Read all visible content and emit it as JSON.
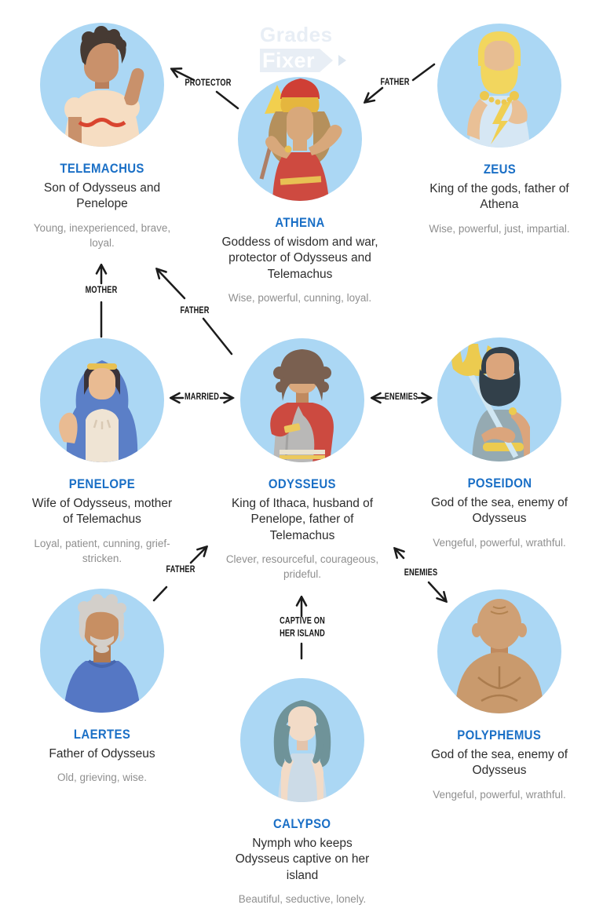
{
  "watermark": {
    "line1": "Grades",
    "line2": "Fixer"
  },
  "colors": {
    "name_blue": "#1a6fc6",
    "circle_background": "#abd7f4",
    "description_text": "#2d2d2d",
    "traits_text": "#8f8f8f",
    "arrow_black": "#1c1c1c",
    "watermark_blue": "#e8eef5"
  },
  "characters": [
    {
      "id": "telemachus",
      "name": "TELEMACHUS",
      "description": "Son of Odysseus and Penelope",
      "traits": "Young, inexperienced, brave, loyal."
    },
    {
      "id": "athena",
      "name": "ATHENA",
      "description": "Goddess of wisdom and war, protector of Odysseus and Telemachus",
      "traits": "Wise, powerful, cunning, loyal."
    },
    {
      "id": "zeus",
      "name": "ZEUS",
      "description": "King of the gods, father of Athena",
      "traits": "Wise, powerful, just, impartial."
    },
    {
      "id": "penelope",
      "name": "PENELOPE",
      "description": "Wife of Odysseus, mother of Telemachus",
      "traits": "Loyal, patient, cunning, grief-stricken."
    },
    {
      "id": "odysseus",
      "name": "ODYSSEUS",
      "description": "King of Ithaca, husband of Penelope, father of Telemachus",
      "traits": "Clever, resourceful, courageous, prideful."
    },
    {
      "id": "poseidon",
      "name": "POSEIDON",
      "description": "God of the sea, enemy of Odysseus",
      "traits": "Vengeful, powerful, wrathful."
    },
    {
      "id": "laertes",
      "name": "LAERTES",
      "description": "Father of Odysseus",
      "traits": "Old, grieving, wise."
    },
    {
      "id": "calypso",
      "name": "CALYPSO",
      "description": "Nymph who keeps Odysseus captive on her island",
      "traits": "Beautiful, seductive, lonely."
    },
    {
      "id": "polyphemus",
      "name": "POLYPHEMUS",
      "description": "God of the sea, enemy of Odysseus",
      "traits": "Vengeful, powerful, wrathful."
    }
  ],
  "relationships": [
    {
      "id": "protector-athena-telemachus",
      "label": "PROTECTOR"
    },
    {
      "id": "father-zeus-athena",
      "label": "FATHER"
    },
    {
      "id": "mother-penelope-telemachus",
      "label": "MOTHER"
    },
    {
      "id": "father-odysseus-telemachus",
      "label": "FATHER"
    },
    {
      "id": "married-penelope-odysseus",
      "label": "MARRIED"
    },
    {
      "id": "enemies-odysseus-poseidon",
      "label": "ENEMIES"
    },
    {
      "id": "father-laertes-odysseus",
      "label": "FATHER"
    },
    {
      "id": "enemies-odysseus-polyphemus",
      "label": "ENEMIES"
    },
    {
      "id": "captive-calypso-odysseus",
      "label_line1": "CAPTIVE ON",
      "label_line2": "HER ISLAND"
    }
  ]
}
